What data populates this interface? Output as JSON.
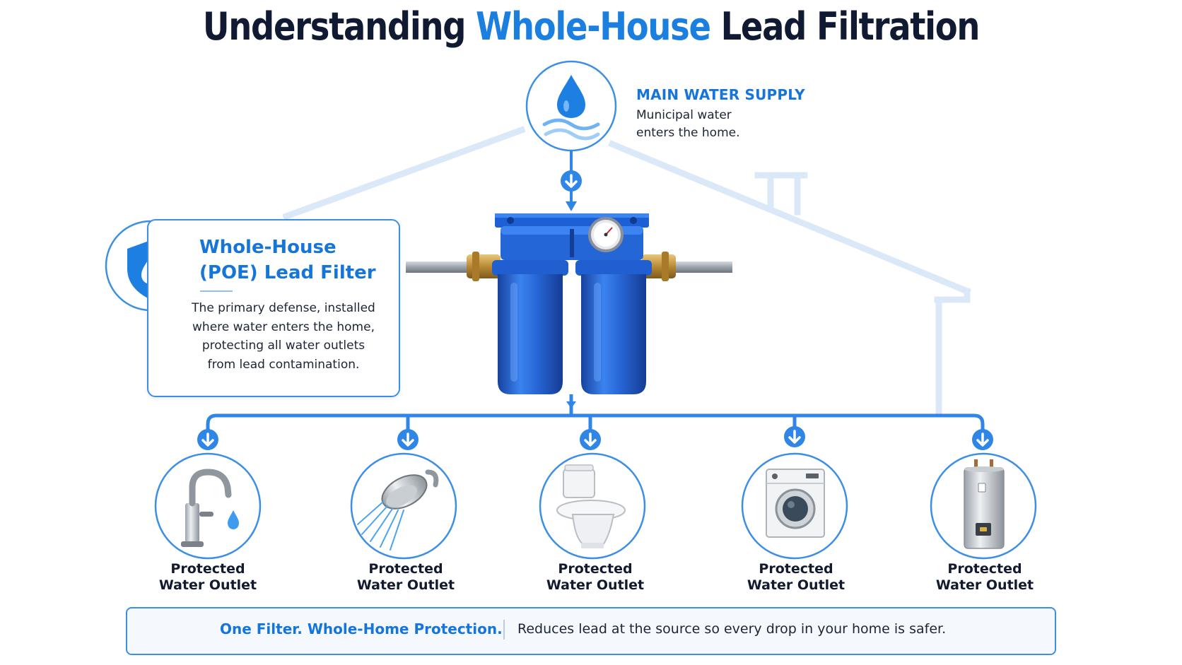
{
  "title": {
    "part1": "Understanding ",
    "highlight": "Whole-House",
    "part2": " Lead Filtration"
  },
  "supply": {
    "title": "MAIN WATER SUPPLY",
    "desc_line1": "Municipal water",
    "desc_line2": "enters the home.",
    "icon": "water-drop-waves-icon"
  },
  "filter_card": {
    "title_line1": "Whole-House",
    "title_line2": "(POE) Lead Filter",
    "desc_lines": [
      "The primary defense, installed",
      "where water enters the home,",
      "protecting all water outlets",
      "from lead contamination."
    ],
    "icon": "shield-drop-icon"
  },
  "outlets": [
    {
      "line1": "Protected",
      "line2": "Water Outlet",
      "icon": "faucet-icon"
    },
    {
      "line1": "Protected",
      "line2": "Water Outlet",
      "icon": "shower-head-icon"
    },
    {
      "line1": "Protected",
      "line2": "Water Outlet",
      "icon": "toilet-icon"
    },
    {
      "line1": "Protected",
      "line2": "Water Outlet",
      "icon": "washing-machine-icon"
    },
    {
      "line1": "Protected",
      "line2": "Water Outlet",
      "icon": "water-heater-icon"
    }
  ],
  "banner": {
    "strong": "One Filter. Whole-Home Protection.",
    "text": "Reduces lead at the source so every drop in your home is safer.",
    "icon_left": "shield-check-icon",
    "icon_right": "sparkle-drop-icon"
  },
  "colors": {
    "accent": "#1b7fe0",
    "pipe": "#2f86e6",
    "house_outline": "#dbe8f7",
    "filter_blue": "#1f5fd0",
    "title_dark": "#101a33"
  }
}
